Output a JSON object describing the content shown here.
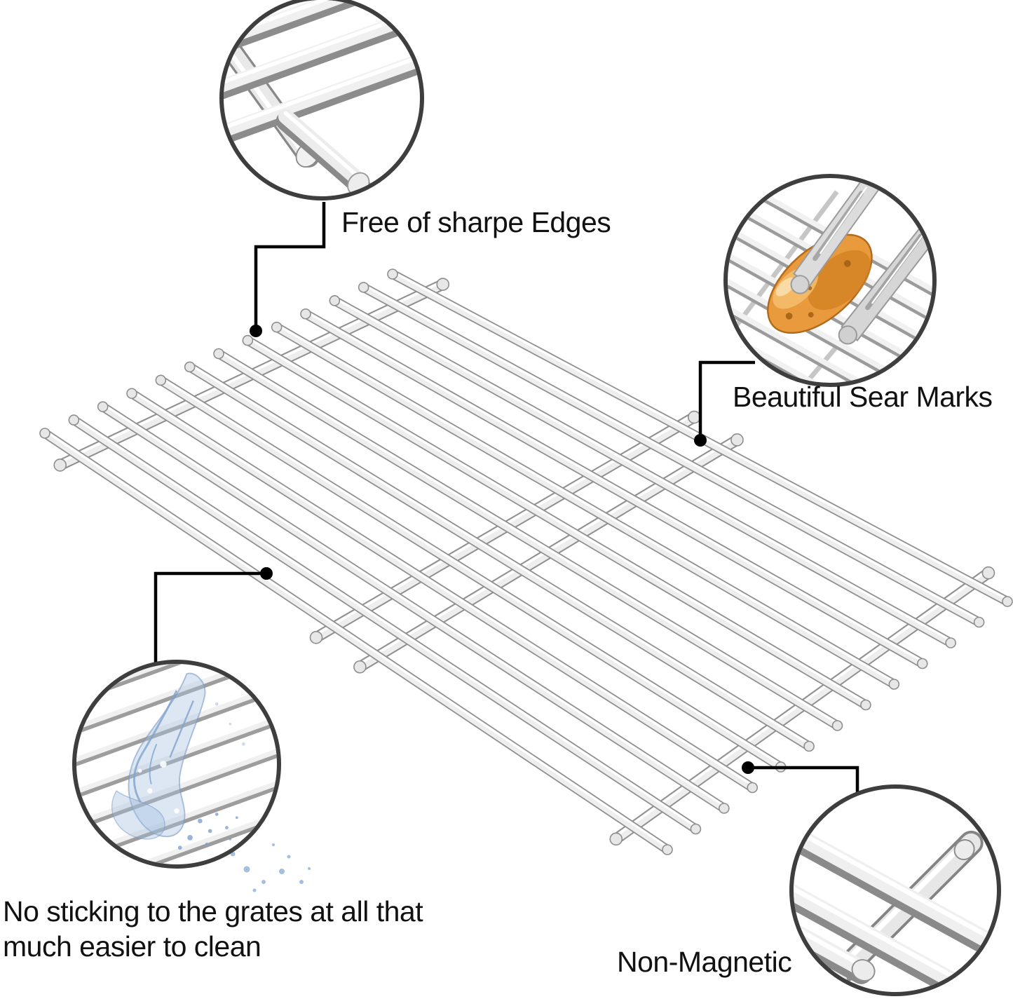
{
  "title": "stainless steel grill cooking grate feature infographic",
  "callouts": [
    {
      "id": "free-of-sharp-edges",
      "label": "Free of sharpe Edges",
      "icon": "polished-rods-closeup-icon"
    },
    {
      "id": "beautiful-sear-marks",
      "label": "Beautiful Sear Marks",
      "icon": "tongs-chicken-on-grate-icon"
    },
    {
      "id": "easy-to-clean",
      "lines": [
        "No sticking to the grates at all that",
        "much easier to clean"
      ],
      "icon": "water-splash-on-grate-icon"
    },
    {
      "id": "non-magnetic",
      "label": "Non-Magnetic",
      "icon": "crossed-rods-closeup-icon"
    }
  ],
  "colors": {
    "background": "#ffffff",
    "text": "#111111",
    "leader_line": "#000000",
    "circle_border": "#3e3e3e",
    "steel_outline": "#8f8f8f",
    "steel_mid": "#eeeeee",
    "steel_highlight": "#ffffff",
    "water_blue": "#7fa2cc",
    "chicken_orange": "#e99a3d"
  }
}
